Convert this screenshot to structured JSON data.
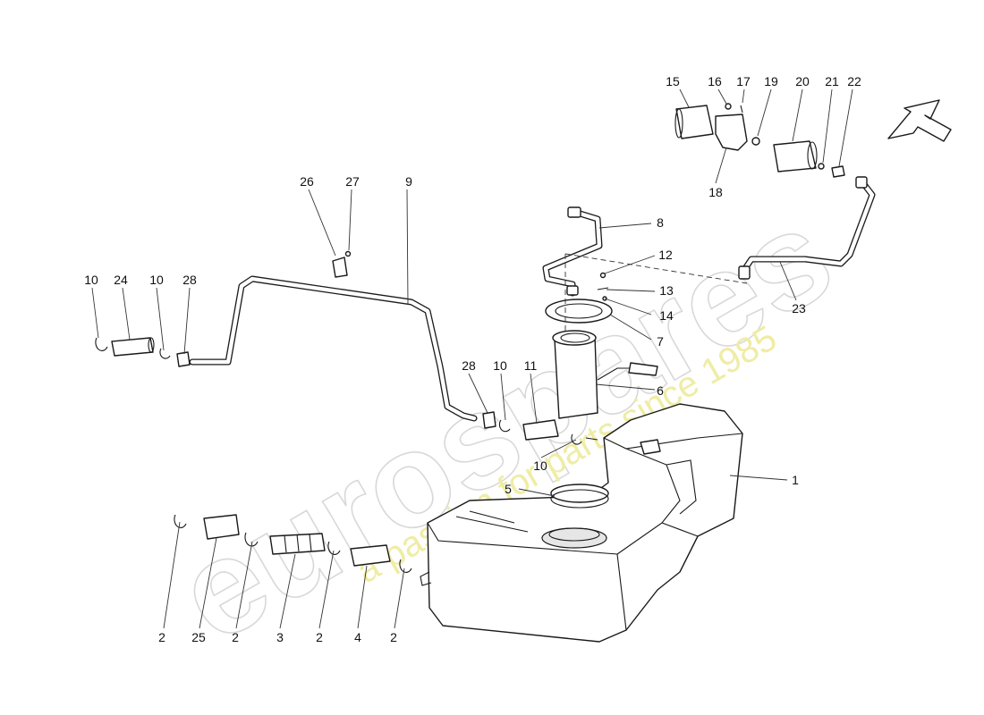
{
  "watermark": {
    "brand": "eurospares",
    "tagline": "a passion for parts since 1985"
  },
  "callouts": [
    {
      "id": "c15",
      "label": "15"
    },
    {
      "id": "c16",
      "label": "16"
    },
    {
      "id": "c17",
      "label": "17"
    },
    {
      "id": "c19",
      "label": "19"
    },
    {
      "id": "c20",
      "label": "20"
    },
    {
      "id": "c21",
      "label": "21"
    },
    {
      "id": "c22",
      "label": "22"
    },
    {
      "id": "c18",
      "label": "18"
    },
    {
      "id": "c26",
      "label": "26"
    },
    {
      "id": "c27",
      "label": "27"
    },
    {
      "id": "c9",
      "label": "9"
    },
    {
      "id": "c8",
      "label": "8"
    },
    {
      "id": "c12",
      "label": "12"
    },
    {
      "id": "c13",
      "label": "13"
    },
    {
      "id": "c14",
      "label": "14"
    },
    {
      "id": "c7",
      "label": "7"
    },
    {
      "id": "c23",
      "label": "23"
    },
    {
      "id": "c10a",
      "label": "10"
    },
    {
      "id": "c24",
      "label": "24"
    },
    {
      "id": "c10b",
      "label": "10"
    },
    {
      "id": "c28a",
      "label": "28"
    },
    {
      "id": "c28b",
      "label": "28"
    },
    {
      "id": "c10c",
      "label": "10"
    },
    {
      "id": "c11",
      "label": "11"
    },
    {
      "id": "c6",
      "label": "6"
    },
    {
      "id": "c10d",
      "label": "10"
    },
    {
      "id": "c1",
      "label": "1"
    },
    {
      "id": "c5",
      "label": "5"
    },
    {
      "id": "c2a",
      "label": "2"
    },
    {
      "id": "c25",
      "label": "25"
    },
    {
      "id": "c2b",
      "label": "2"
    },
    {
      "id": "c3",
      "label": "3"
    },
    {
      "id": "c2c",
      "label": "2"
    },
    {
      "id": "c4",
      "label": "4"
    },
    {
      "id": "c2d",
      "label": "2"
    }
  ]
}
